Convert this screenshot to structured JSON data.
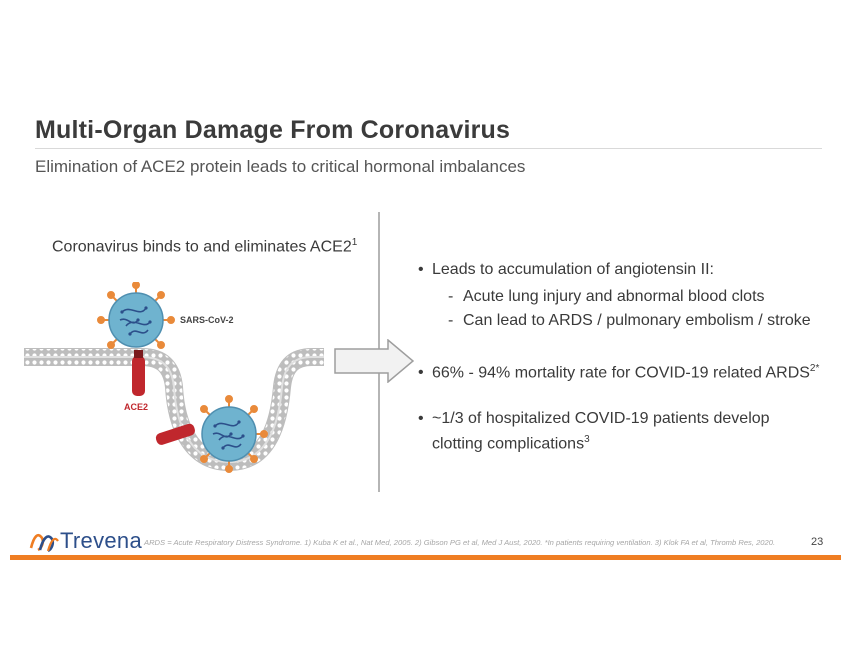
{
  "slide": {
    "title": "Multi-Organ Damage From Coronavirus",
    "subtitle": "Elimination of ACE2 protein leads to critical hormonal imbalances",
    "page_number": "23"
  },
  "left_panel": {
    "caption": "Coronavirus binds to and eliminates ACE2",
    "caption_ref": "1",
    "virus_label": "SARS-CoV-2",
    "receptor_label": "ACE2"
  },
  "bullets": [
    {
      "text": "Leads to accumulation of angiotensin II:",
      "sub": [
        "Acute lung injury and abnormal blood clots",
        "Can lead to ARDS / pulmonary embolism / stroke"
      ]
    },
    {
      "text": "66% - 94% mortality rate for COVID-19 related ARDS",
      "ref": "2*"
    },
    {
      "text_line1": "~1/3 of hospitalized COVID-19 patients develop",
      "text_line2": "clotting complications",
      "ref": "3"
    }
  ],
  "bullet_symbol": "•",
  "dash_symbol": "-",
  "footer": {
    "brand": "Trevena",
    "footnote": "ARDS = Acute Respiratory Distress Syndrome. 1) Kuba K et al., Nat Med, 2005. 2) Gibson PG et al, Med J Aust, 2020. *In patients requiring ventilation. 3) Klok FA et al, Thromb Res, 2020."
  },
  "colors": {
    "accent_orange": "#ef7d22",
    "ace2_red": "#c0272d",
    "virus_blue": "#6fb3cf",
    "brand_blue": "#2d4f8a"
  }
}
